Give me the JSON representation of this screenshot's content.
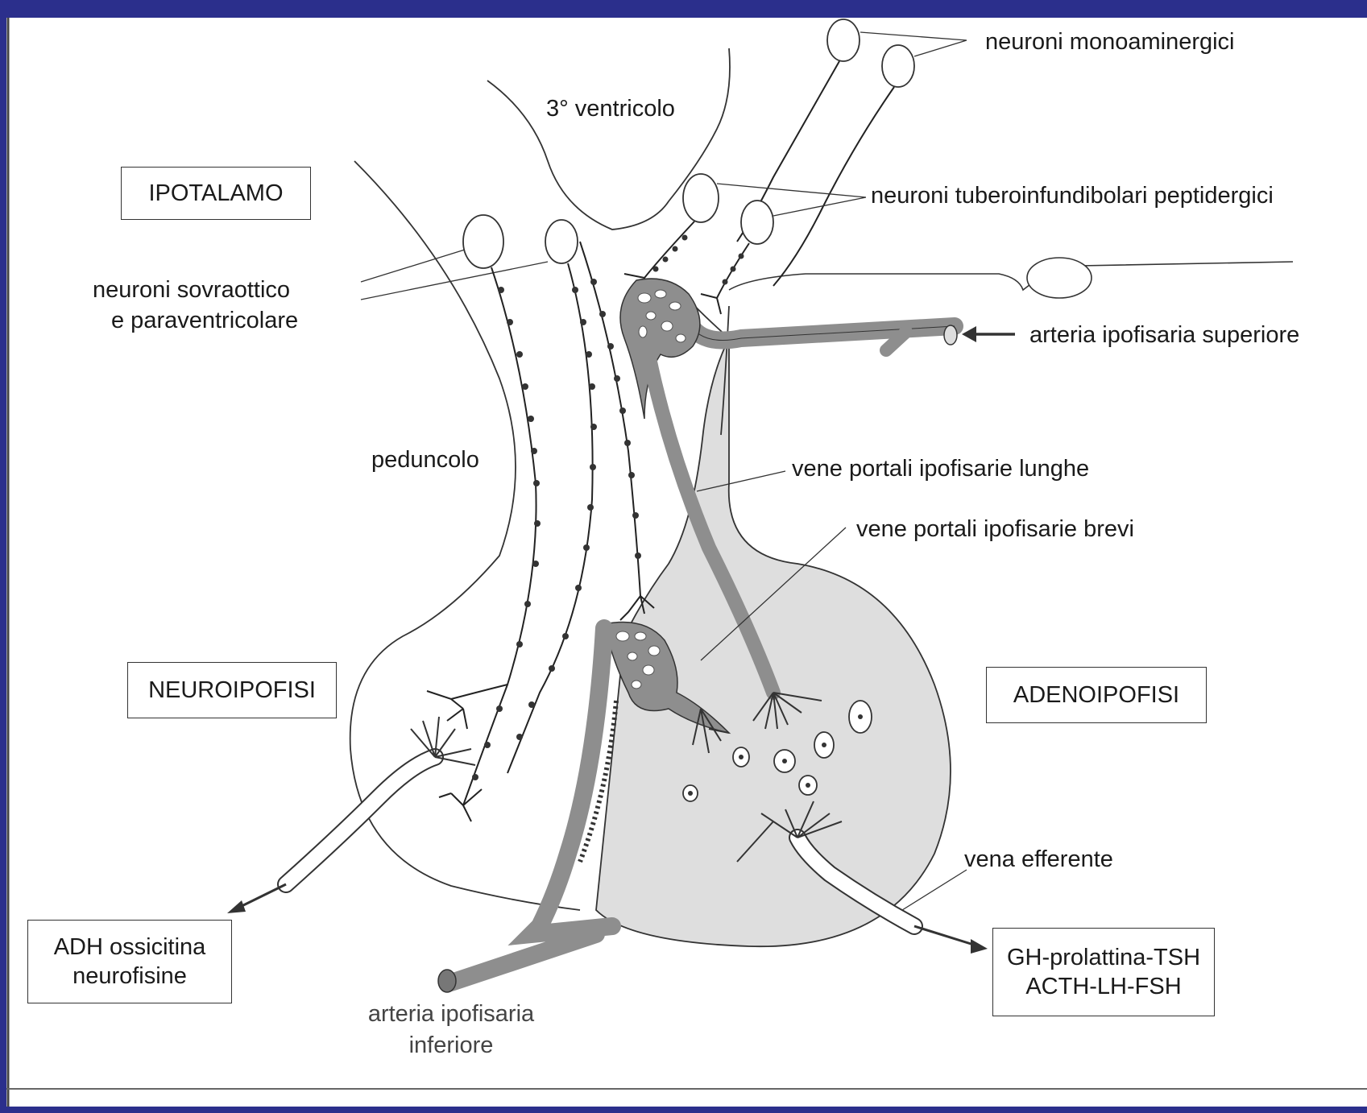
{
  "labels": {
    "neuroni_monoaminergici": "neuroni  monoaminergici",
    "ventricolo": "3° ventricolo",
    "ipotalamo": "IPOTALAMO",
    "neuroni_tuberoinfundibolari": "neuroni  tuberoinfundibolari peptidergici",
    "neuroni_sovraottico_line1": "neuroni   sovraottico",
    "neuroni_sovraottico_line2": "e paraventricolare",
    "arteria_superiore": "arteria ipofisaria superiore",
    "peduncolo": "peduncolo",
    "vene_lunghe": "vene portali ipofisarie lunghe",
    "vene_brevi": "vene portali ipofisarie brevi",
    "neuroipofisi": "NEUROIPOFISI",
    "adenoipofisi": "ADENOIPOFISI",
    "vena_efferente": "vena efferente",
    "adh_line1": "ADH ossicitina",
    "adh_line2": "neurofisine",
    "gh_line1": "GH-prolattina-TSH",
    "gh_line2": "ACTH-LH-FSH",
    "arteria_inferiore_line1": "arteria ipofisaria",
    "arteria_inferiore_line2": "inferiore"
  },
  "colors": {
    "slide_background": "#2b2f8c",
    "paper": "#ffffff",
    "ink": "#1a1a1a",
    "vessel": "#8e8e8e",
    "gland_fill": "#dedede"
  }
}
